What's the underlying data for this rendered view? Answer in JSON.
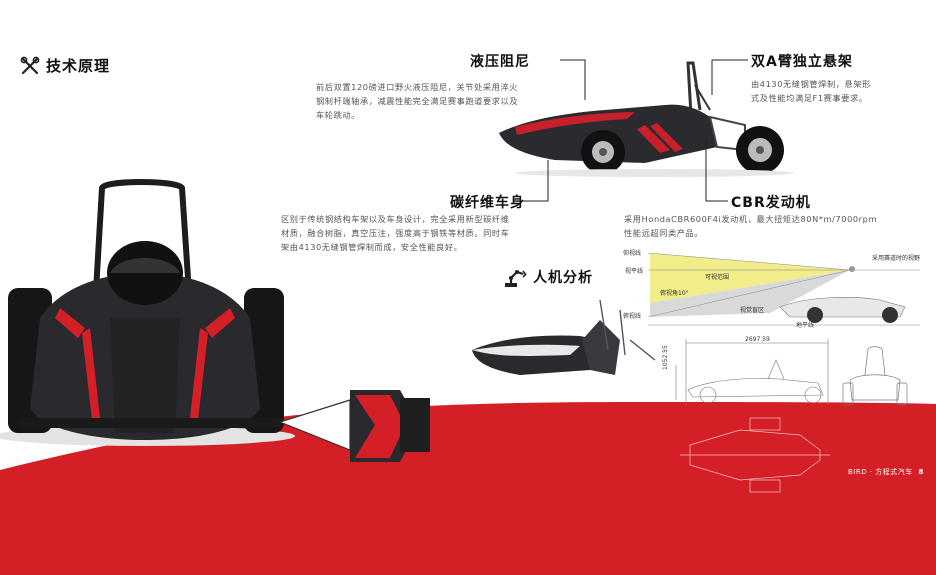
{
  "section_tech": {
    "icon": "wrench-screwdriver-icon",
    "title": "技术原理"
  },
  "features": {
    "damper": {
      "title": "液压阻尼",
      "desc_lines": [
        "前后双置120磅进口野火液压阻尼，关节处采用淬火",
        "钢制杆端轴承，减震性能完全满足赛事跑道要求以及",
        "车轮跳动。"
      ]
    },
    "suspension": {
      "title": "双A臂独立悬架",
      "desc_lines": [
        "由4130无缝钢管焊制，悬架形",
        "式及性能均满足F1赛事要求。"
      ]
    },
    "body": {
      "title": "碳纤维车身",
      "desc_lines": [
        "区别于传统钢结构车架以及车身设计，完全采用新型碳纤维",
        "材质，融合树脂，真空压注，强度高于钢铁等材质。同时车",
        "架由4130无缝钢管焊制而成，安全性能良好。"
      ]
    },
    "engine": {
      "title": "CBR发动机",
      "desc_lines": [
        "采用HondaCBR600F4i发动机，最大扭矩达80N*m/7000rpm",
        "性能远超同类产品。"
      ]
    }
  },
  "section_ergo": {
    "icon": "robot-arm-icon",
    "title": "人机分析"
  },
  "sight_diagram": {
    "labels": {
      "upper": "仰视线",
      "horizontal": "视平线",
      "lower": "俯视线",
      "visible_range": "可视范围",
      "visual_blind": "视觉盲区",
      "angle": "俯视角10°",
      "eye_point": "采用赛道时的视野",
      "ground": "地平线"
    }
  },
  "dimension": {
    "length": "2697.59",
    "height": "1052.55"
  },
  "footer": {
    "brand": "BIRD · 方程式汽车",
    "page": "8"
  },
  "colors": {
    "accent_red": "#d41f26",
    "vision_yellow": "#f1ee8a",
    "car_dark": "#2a2a2e"
  }
}
